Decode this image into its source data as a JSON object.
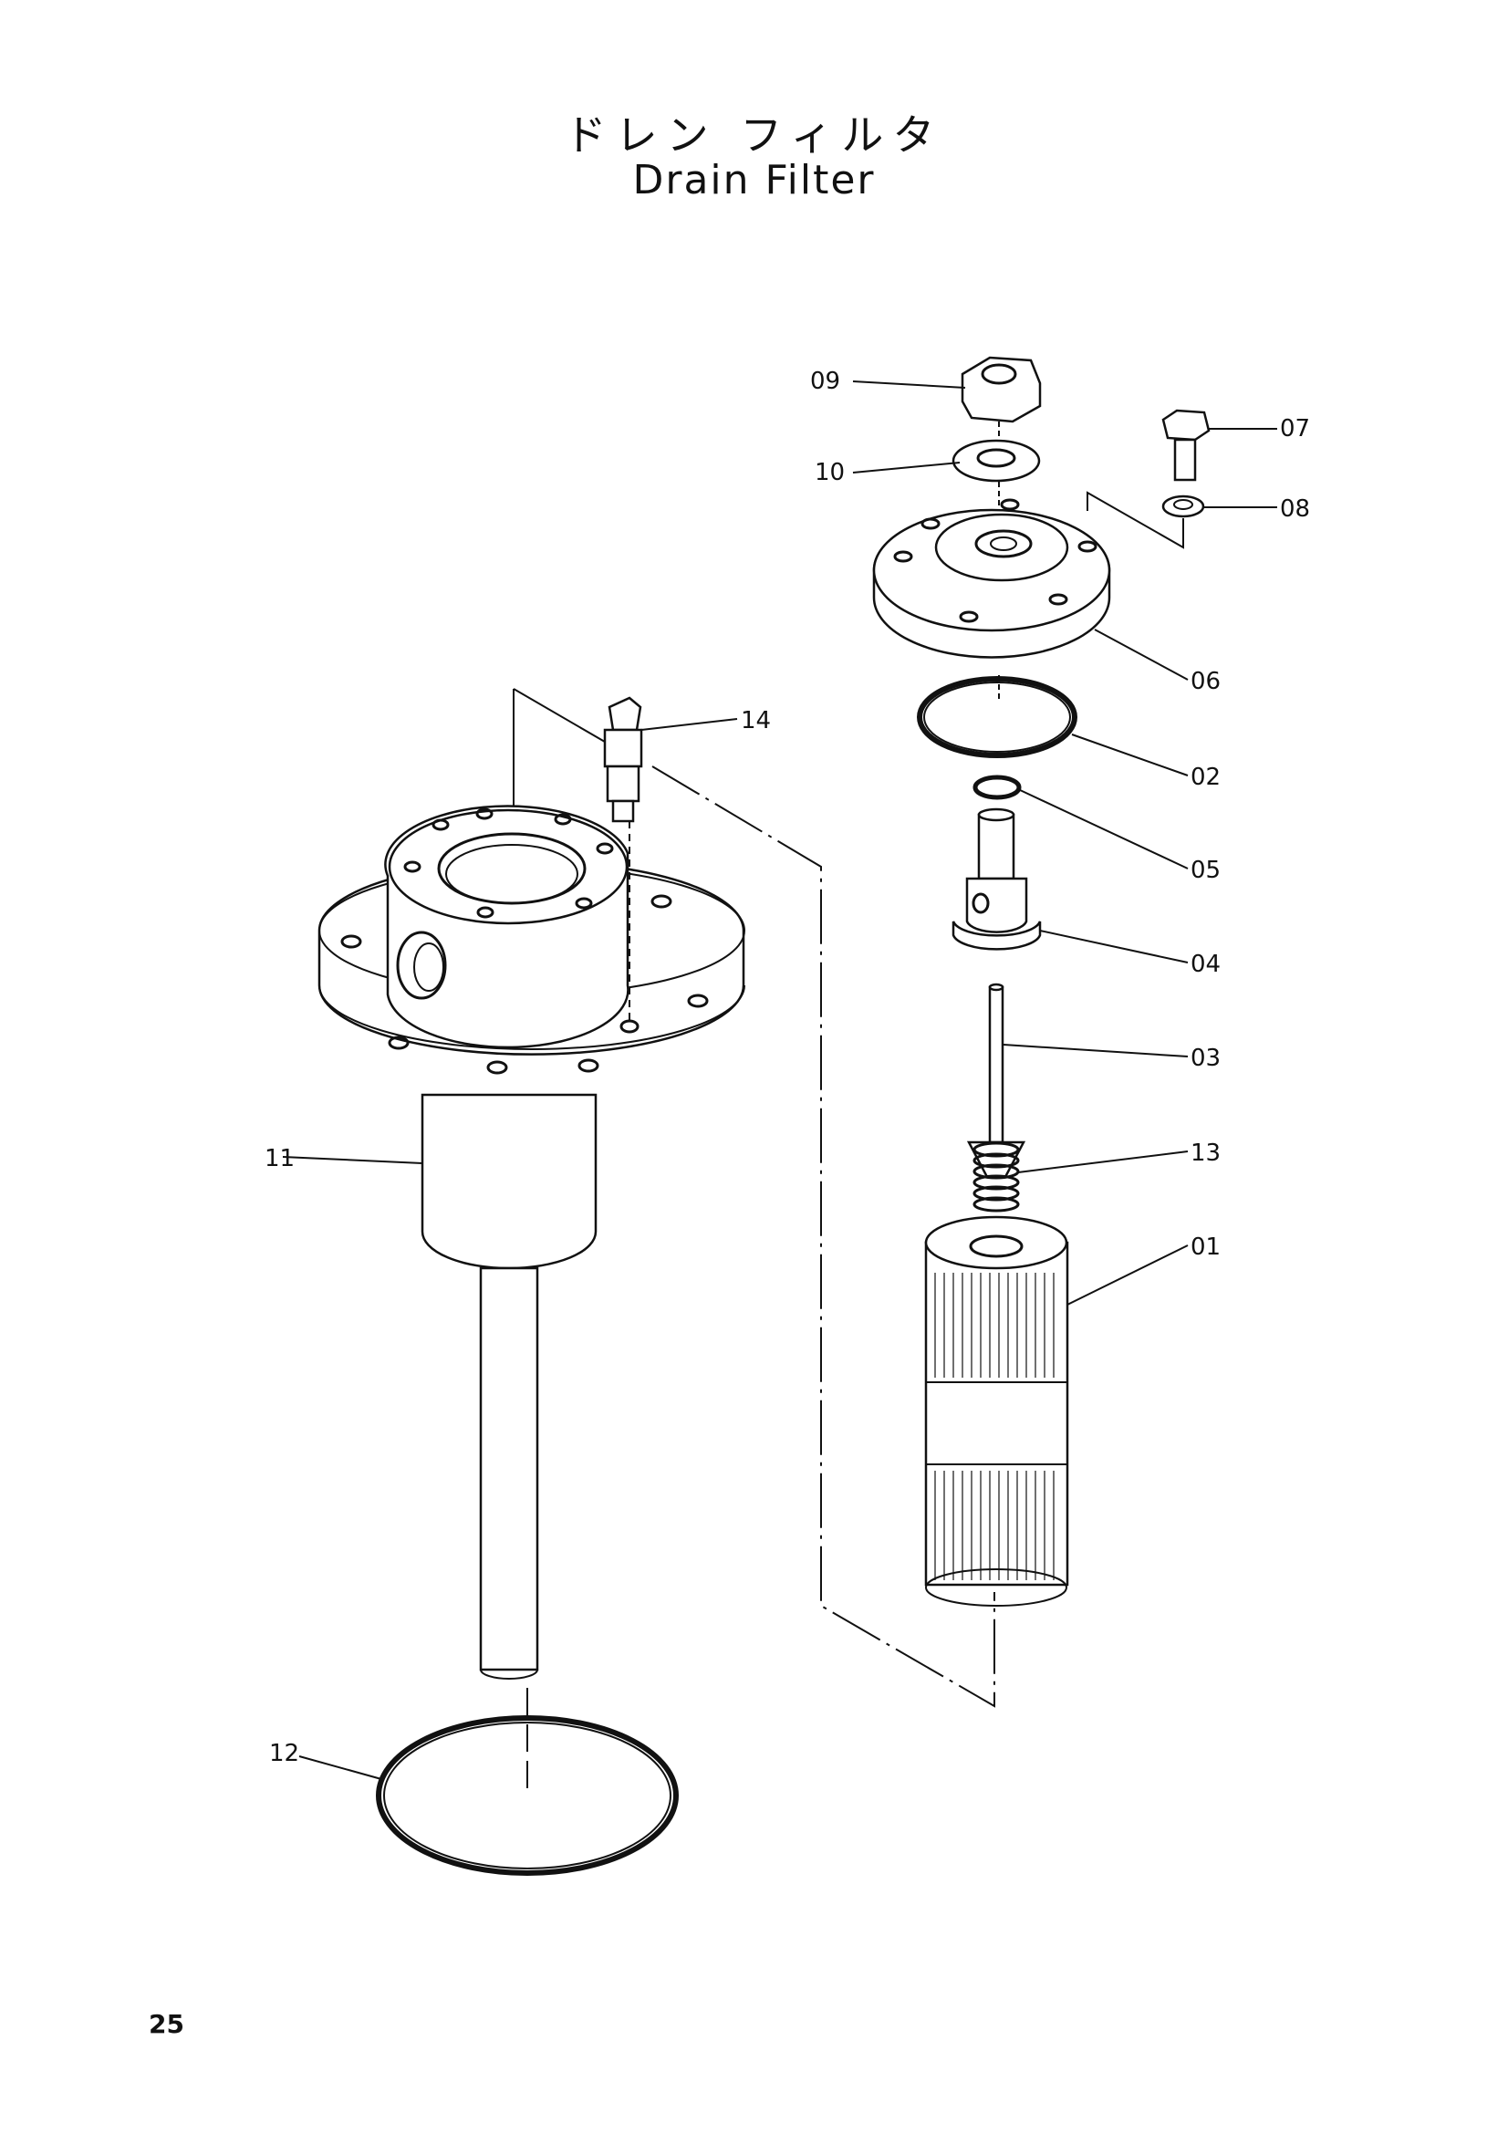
{
  "title_jp": "ドレン フィルタ",
  "title_en": "Drain Filter",
  "page_number": "25",
  "part_labels": {
    "p01": "01",
    "p02": "02",
    "p03": "03",
    "p04": "04",
    "p05": "05",
    "p06": "06",
    "p07": "07",
    "p08": "08",
    "p09": "09",
    "p10": "10",
    "p11": "11",
    "p12": "12",
    "p13": "13",
    "p14": "14"
  }
}
